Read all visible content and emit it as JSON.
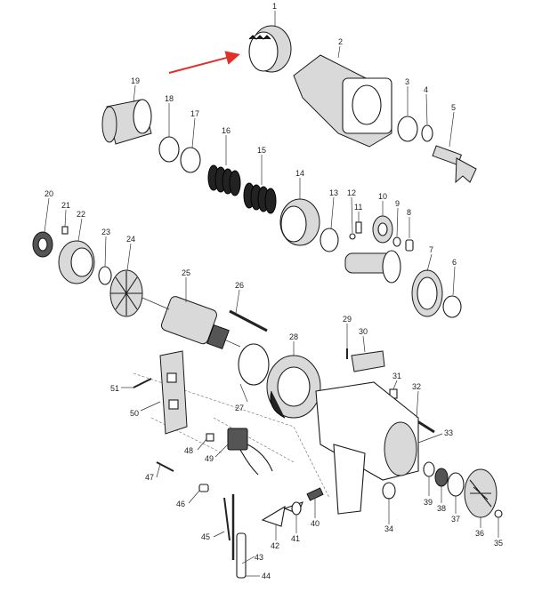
{
  "diagram": {
    "highlight_color": "#e0302a",
    "parts": [
      {
        "num": "1"
      },
      {
        "num": "2"
      },
      {
        "num": "3"
      },
      {
        "num": "4"
      },
      {
        "num": "5"
      },
      {
        "num": "6"
      },
      {
        "num": "7"
      },
      {
        "num": "8"
      },
      {
        "num": "9"
      },
      {
        "num": "10"
      },
      {
        "num": "11"
      },
      {
        "num": "12"
      },
      {
        "num": "13"
      },
      {
        "num": "14"
      },
      {
        "num": "15"
      },
      {
        "num": "16"
      },
      {
        "num": "17"
      },
      {
        "num": "18"
      },
      {
        "num": "19"
      },
      {
        "num": "20"
      },
      {
        "num": "21"
      },
      {
        "num": "22"
      },
      {
        "num": "23"
      },
      {
        "num": "24"
      },
      {
        "num": "25"
      },
      {
        "num": "26"
      },
      {
        "num": "27"
      },
      {
        "num": "28"
      },
      {
        "num": "29"
      },
      {
        "num": "30"
      },
      {
        "num": "31"
      },
      {
        "num": "32"
      },
      {
        "num": "33"
      },
      {
        "num": "34"
      },
      {
        "num": "35"
      },
      {
        "num": "36"
      },
      {
        "num": "37"
      },
      {
        "num": "38"
      },
      {
        "num": "39"
      },
      {
        "num": "40"
      },
      {
        "num": "41"
      },
      {
        "num": "42"
      },
      {
        "num": "43"
      },
      {
        "num": "44"
      },
      {
        "num": "45"
      },
      {
        "num": "46"
      },
      {
        "num": "47"
      },
      {
        "num": "48"
      },
      {
        "num": "49"
      },
      {
        "num": "50"
      },
      {
        "num": "51"
      }
    ]
  }
}
